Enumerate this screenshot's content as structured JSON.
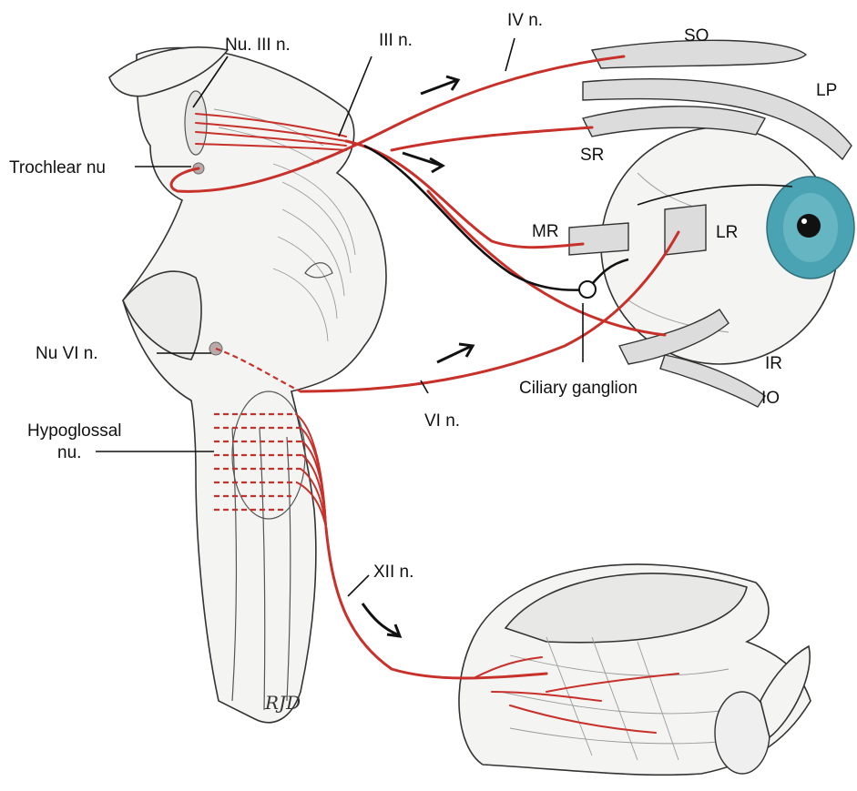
{
  "labels": {
    "nu_iii": "Nu. III n.",
    "iii_n": "III n.",
    "iv_n": "IV n.",
    "so": "SO",
    "lp": "LP",
    "sr": "SR",
    "trochlear_nu": "Trochlear nu",
    "mr": "MR",
    "lr": "LR",
    "nu_vi": "Nu VI n.",
    "ir": "IR",
    "io": "IO",
    "ciliary_ganglion": "Ciliary ganglion",
    "vi_n": "VI n.",
    "hypoglossal_line1": "Hypoglossal",
    "hypoglossal_line2": "nu.",
    "xii_n": "XII n.",
    "signature": "RJD"
  },
  "colors": {
    "nerve": "#c8302a",
    "iris": "#4aa3b3",
    "pupil": "#111111"
  }
}
